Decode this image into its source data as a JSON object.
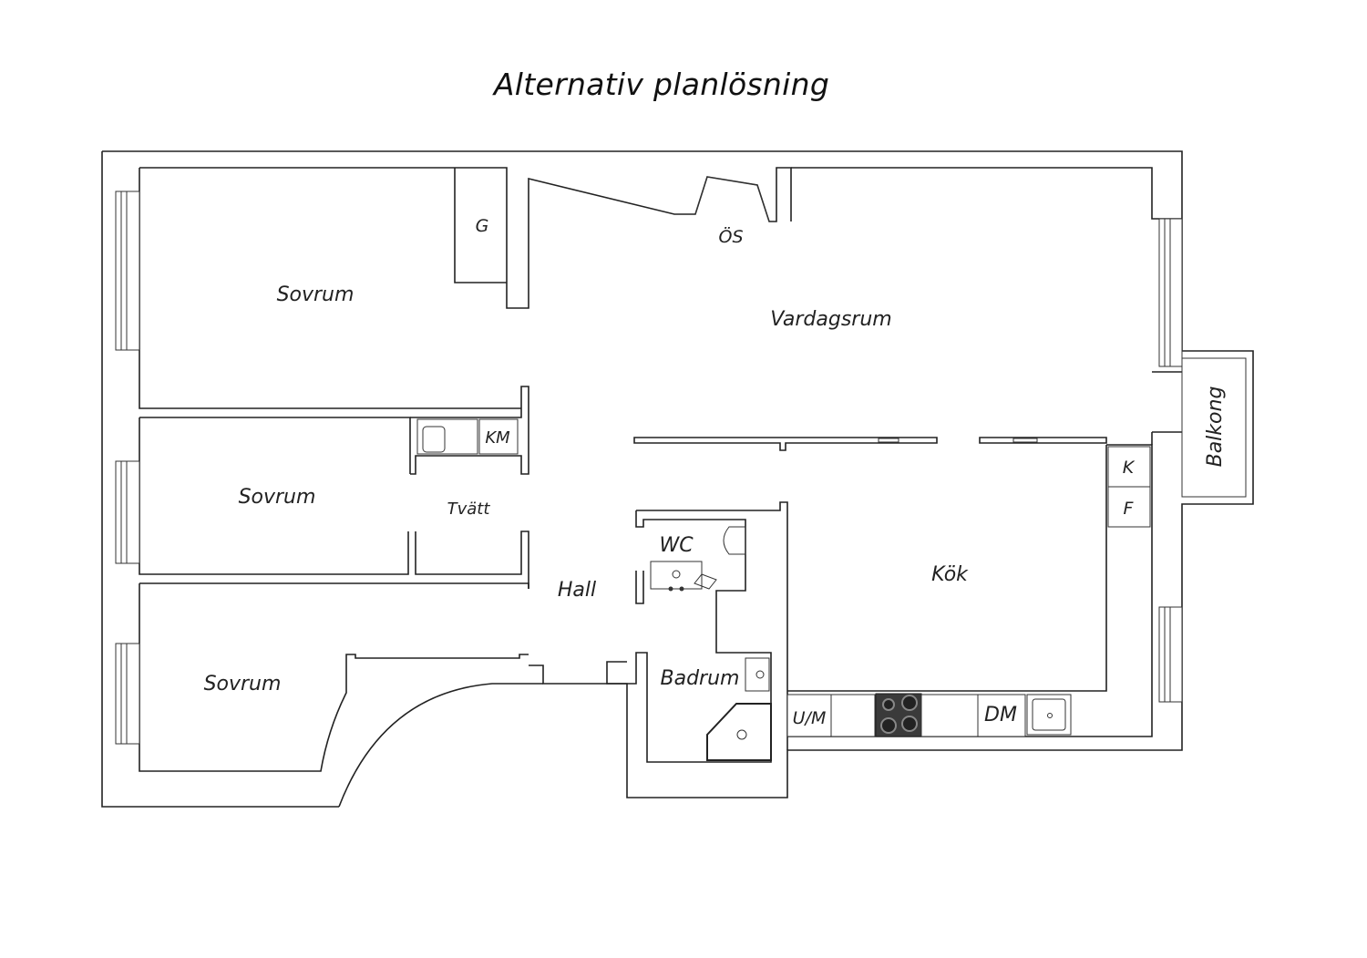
{
  "title": "Alternativ planlösning",
  "rooms": {
    "bedroom_top": "Sovrum",
    "bedroom_middle": "Sovrum",
    "bedroom_bottom": "Sovrum",
    "living_room": "Vardagsrum",
    "kitchen": "Kök",
    "hall": "Hall",
    "laundry": "Tvätt",
    "toilet": "WC",
    "bathroom": "Badrum",
    "balcony": "Balkong"
  },
  "fixtures": {
    "wardrobe": "G",
    "fireplace": "ÖS",
    "washing_machine": "KM",
    "fridge": "K",
    "freezer": "F",
    "oven_microwave": "U/M",
    "dishwasher": "DM"
  }
}
